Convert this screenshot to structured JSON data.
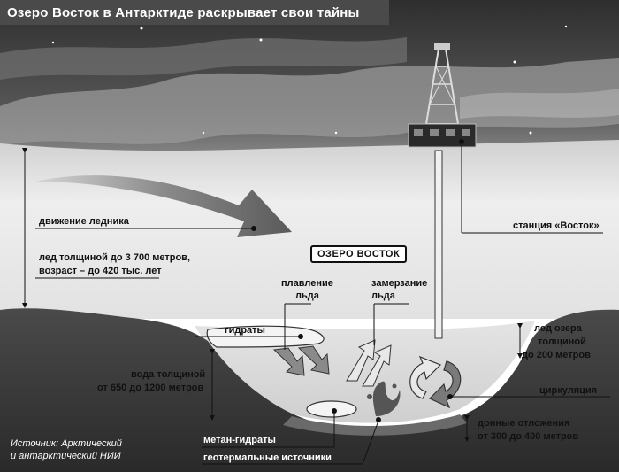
{
  "title": "Озеро Восток в Антарктиде раскрывает свои тайны",
  "labels": {
    "glacier_movement": "движение ледника",
    "ice_thickness_line1": "лед толщиной до 3 700 метров,",
    "ice_thickness_line2": "возраст – до 420 тыс. лет",
    "lake_name": "ОЗЕРО ВОСТОК",
    "station": "станция «Восток»",
    "melting_line1": "плавление",
    "melting_line2": "льда",
    "freezing_line1": "замерзание",
    "freezing_line2": "льда",
    "hydrates": "гидраты",
    "lake_ice_line1": "лед озера",
    "lake_ice_line2": "толщиной",
    "lake_ice_line3": "до 200 метров",
    "water_line1": "вода толщиной",
    "water_line2": "от 650 до 1200 метров",
    "circulation": "циркуляция",
    "sediments_line1": "донные отложения",
    "sediments_line2": "от 300 до 400 метров",
    "methane_hydrates": "метан-гидраты",
    "geothermal": "геотермальные источники"
  },
  "source": {
    "line1": "Источник: Арктический",
    "line2": "и антарктический НИИ"
  },
  "colors": {
    "title_bar": "#4a4a4a",
    "sky_dark": "#3a3a3a",
    "ice_light": "#e6e6e6",
    "lake_water": "#d9d9d9",
    "bedrock": "#383838",
    "arrow_dark": "#7a7a7a"
  }
}
